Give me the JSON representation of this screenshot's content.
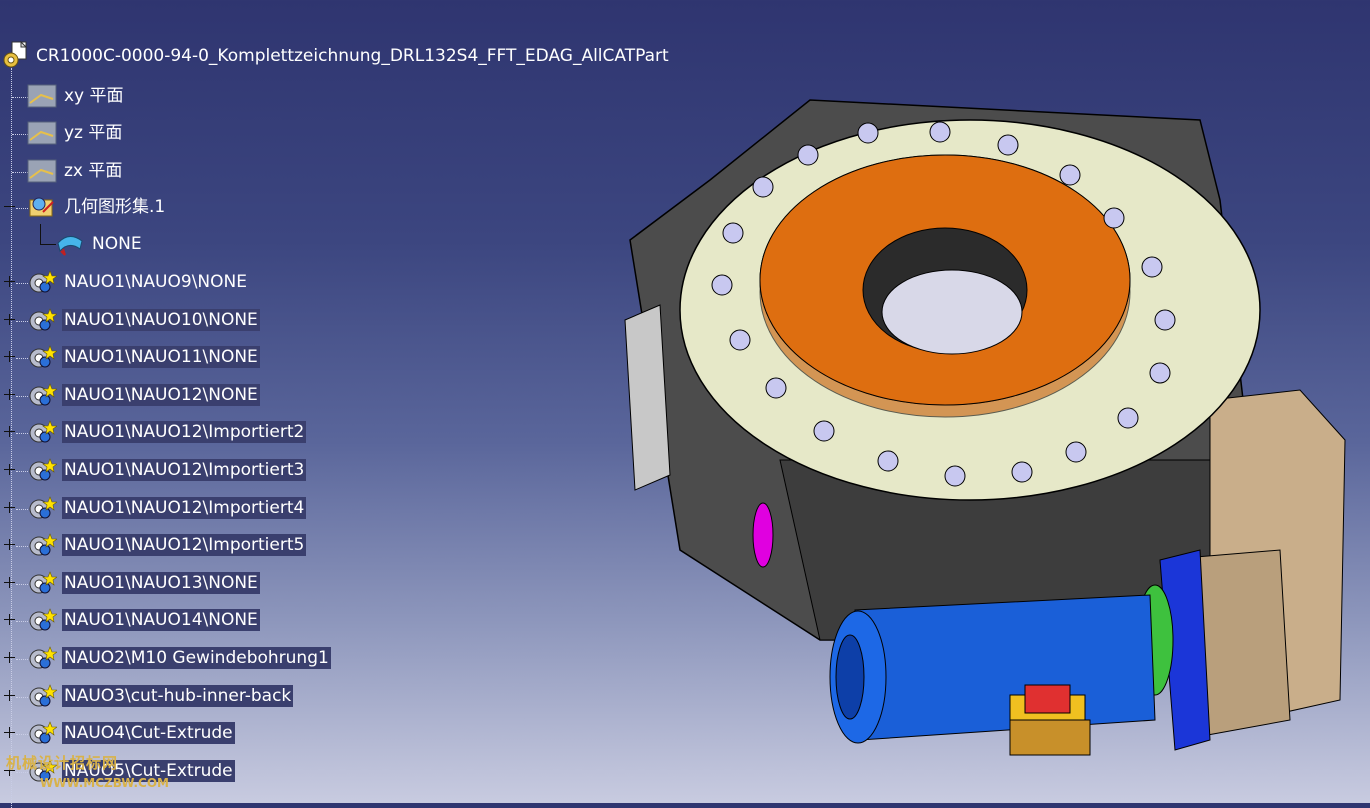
{
  "tree": {
    "root": {
      "label": "CR1000C-0000-94-0_Komplettzeichnung_DRL132S4_FFT_EDAG_AllCATPart",
      "icon": "part-document-icon"
    },
    "planes": [
      {
        "label": "xy 平面",
        "icon": "plane-icon"
      },
      {
        "label": "yz 平面",
        "icon": "plane-icon"
      },
      {
        "label": "zx 平面",
        "icon": "plane-icon"
      }
    ],
    "geoset": {
      "label": "几何图形集.1",
      "icon": "geometrical-set-icon"
    },
    "geoset_child": {
      "label": "NONE",
      "icon": "surface-icon"
    },
    "bodies": [
      {
        "label": "NAUO1\\NAUO9\\NONE",
        "highlighted": false
      },
      {
        "label": "NAUO1\\NAUO10\\NONE",
        "highlighted": true
      },
      {
        "label": "NAUO1\\NAUO11\\NONE",
        "highlighted": true
      },
      {
        "label": "NAUO1\\NAUO12\\NONE",
        "highlighted": true
      },
      {
        "label": "NAUO1\\NAUO12\\Importiert2",
        "highlighted": true
      },
      {
        "label": "NAUO1\\NAUO12\\Importiert3",
        "highlighted": true
      },
      {
        "label": "NAUO1\\NAUO12\\Importiert4",
        "highlighted": true
      },
      {
        "label": "NAUO1\\NAUO12\\Importiert5",
        "highlighted": true
      },
      {
        "label": "NAUO1\\NAUO13\\NONE",
        "highlighted": true
      },
      {
        "label": "NAUO1\\NAUO14\\NONE",
        "highlighted": true
      },
      {
        "label": "NAUO2\\M10 Gewindebohrung1",
        "highlighted": true
      },
      {
        "label": "NAUO3\\cut-hub-inner-back",
        "highlighted": true
      },
      {
        "label": "NAUO4\\Cut-Extrude",
        "highlighted": true
      },
      {
        "label": "NAUO5\\Cut-Extrude",
        "highlighted": true
      }
    ]
  },
  "watermark": {
    "line1": "机械设计招标网",
    "line2": "WWW.MCZBW.COM"
  },
  "colors": {
    "background_top": "#2f3570",
    "background_bottom": "#c8cbe0",
    "highlight": "#3a3f6e",
    "turntable_ring": "#e6e8c8",
    "hub": "#d96a0c",
    "housing": "#4a4a4a",
    "motor": "#1a5fd8",
    "gearbox": "#c8ad88"
  }
}
